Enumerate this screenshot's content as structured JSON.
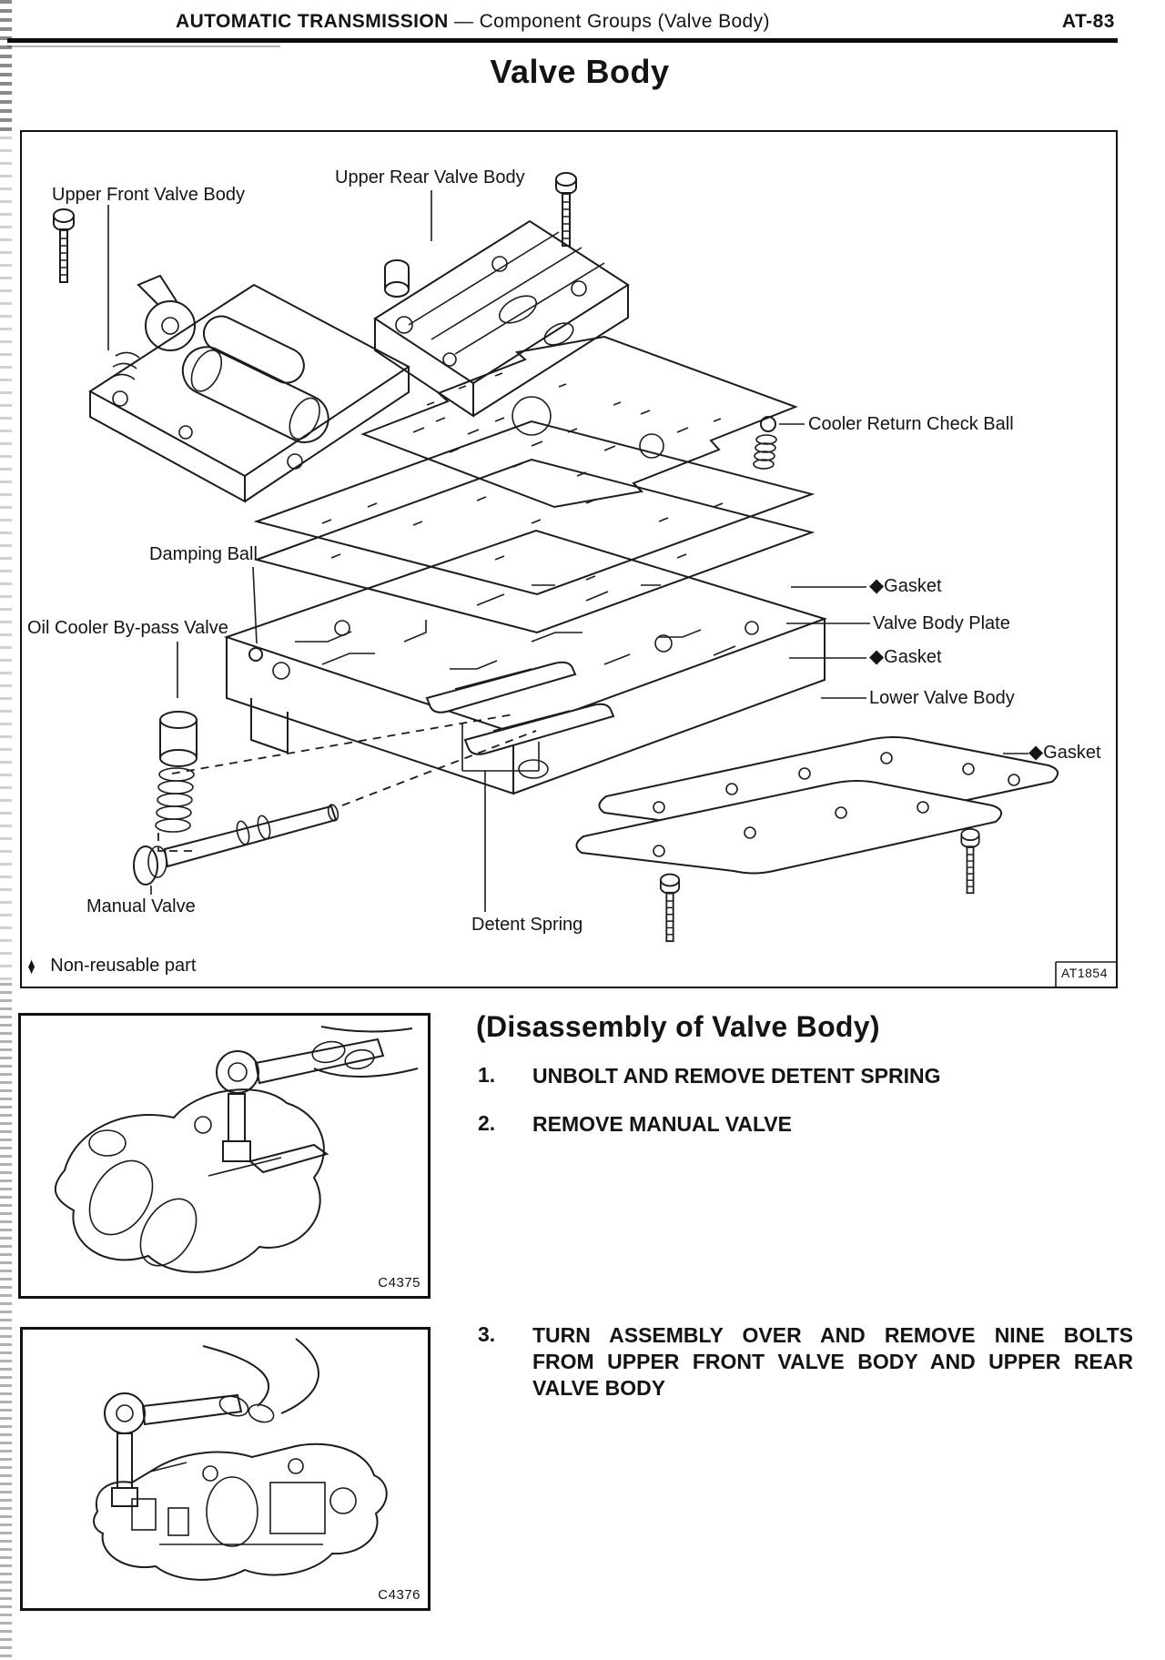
{
  "header": {
    "section": "AUTOMATIC TRANSMISSION",
    "subsection": "— Component Groups (Valve Body)",
    "page_code": "AT-83"
  },
  "title": "Valve Body",
  "figure": {
    "code": "AT1854",
    "gasket_marker": "◆",
    "legend_marker": "♦",
    "legend_text": "Non-reusable part",
    "labels": {
      "upper_front": "Upper Front Valve Body",
      "upper_rear": "Upper Rear Valve Body",
      "cooler_return_check_ball": "Cooler Return Check Ball",
      "damping_ball": "Damping Ball",
      "oil_cooler_bypass_valve": "Oil Cooler By-pass Valve",
      "gasket": "Gasket",
      "valve_body_plate": "Valve Body Plate",
      "lower_valve_body": "Lower Valve Body",
      "manual_valve": "Manual Valve",
      "detent_spring": "Detent Spring"
    }
  },
  "photos": [
    {
      "code": "C4375"
    },
    {
      "code": "C4376"
    }
  ],
  "disassembly": {
    "heading": "(Disassembly of Valve Body)",
    "steps": [
      {
        "num": "1.",
        "lines": [
          "UNBOLT AND REMOVE DETENT SPRING"
        ]
      },
      {
        "num": "2.",
        "lines": [
          "REMOVE MANUAL VALVE"
        ]
      },
      {
        "num": "3.",
        "lines": [
          "TURN ASSEMBLY OVER AND REMOVE NINE BOLTS",
          "FROM UPPER FRONT VALVE BODY AND UPPER REAR",
          "VALVE BODY"
        ]
      }
    ]
  }
}
